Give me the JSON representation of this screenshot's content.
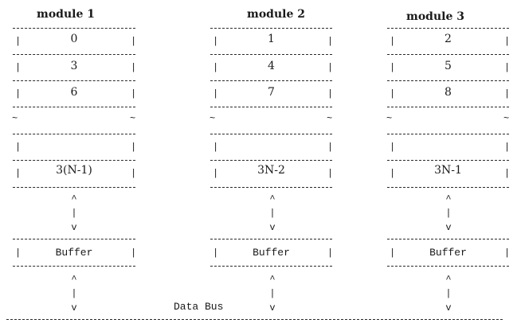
{
  "modules": [
    {
      "title": "module 1",
      "cells": [
        "0",
        "3",
        "6",
        "",
        "3(N-1)"
      ],
      "buffer": "Buffer"
    },
    {
      "title": "module 2",
      "cells": [
        "1",
        "4",
        "7",
        "",
        "3N-2"
      ],
      "buffer": "Buffer"
    },
    {
      "title": "module 3",
      "cells": [
        "2",
        "5",
        "8",
        "",
        "3N-1"
      ],
      "buffer": "Buffer"
    }
  ],
  "symbols": {
    "bar": "|",
    "tilde": "~",
    "arrow_up": "^",
    "arrow_shaft": "|",
    "arrow_down": "v"
  },
  "bus": {
    "label": "Data Bus"
  }
}
